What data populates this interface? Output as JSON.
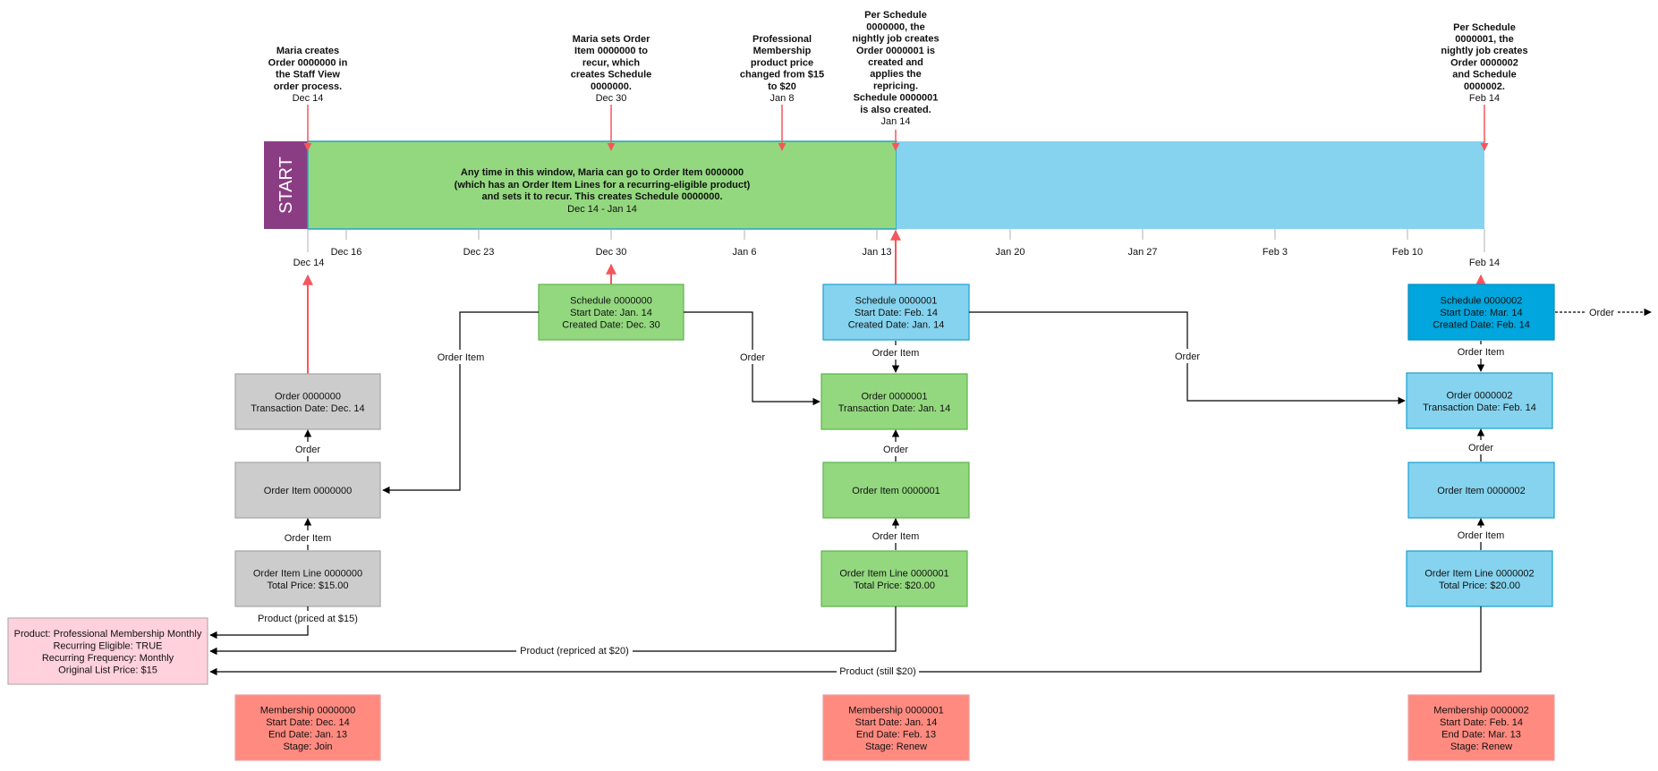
{
  "start_label": "START",
  "window_text": {
    "line1": "Any time in this window, Maria can go to Order Item 0000000",
    "line2": "(which has an Order Item Lines for a recurring-eligible product)",
    "line3": "and sets it to recur. This creates Schedule 0000000.",
    "line4": "Dec 14 - Jan 14"
  },
  "ticks": [
    "Dec 16",
    "Dec 23",
    "Dec 30",
    "Jan 6",
    "Jan 13",
    "Jan 20",
    "Jan 27",
    "Feb 3",
    "Feb 10"
  ],
  "tick_low": {
    "dec14": "Dec 14",
    "feb14": "Feb 14"
  },
  "annotations": {
    "a1": {
      "lines": [
        "Maria creates",
        "Order 0000000 in",
        "the Staff View",
        "order process."
      ],
      "date": "Dec 14"
    },
    "a2": {
      "lines": [
        "Maria sets Order",
        "Item 0000000 to",
        "recur, which",
        "creates Schedule",
        "0000000."
      ],
      "date": "Dec 30"
    },
    "a3": {
      "lines": [
        "Professional",
        "Membership",
        "product price",
        "changed from $15",
        "to $20"
      ],
      "date": "Jan 8"
    },
    "a4": {
      "lines": [
        "Per Schedule",
        "0000000, the",
        "nightly job creates",
        "Order 0000001 is",
        "created and",
        "applies the",
        "repricing.",
        "Schedule 0000001",
        "is also created."
      ],
      "date": "Jan 14"
    },
    "a5": {
      "lines": [
        "Per Schedule",
        "0000001, the",
        "nightly job creates",
        "Order 0000002",
        "and Schedule",
        "0000002."
      ],
      "date": "Feb 14"
    }
  },
  "boxes": {
    "schedule0": [
      "Schedule 0000000",
      "Start Date: Jan. 14",
      "Created Date: Dec. 30"
    ],
    "schedule1": [
      "Schedule 0000001",
      "Start Date: Feb. 14",
      "Created Date: Jan. 14"
    ],
    "schedule2": [
      "Schedule 0000002",
      "Start Date: Mar. 14",
      "Created Date: Feb. 14"
    ],
    "order0": [
      "Order 0000000",
      "Transaction Date: Dec. 14"
    ],
    "order1": [
      "Order 0000001",
      "Transaction Date: Jan. 14"
    ],
    "order2": [
      "Order 0000002",
      "Transaction Date: Feb. 14"
    ],
    "orderitem0": [
      "Order Item 0000000"
    ],
    "orderitem1": [
      "Order Item 0000001"
    ],
    "orderitem2": [
      "Order Item 0000002"
    ],
    "line0": [
      "Order Item Line  0000000",
      "Total Price: $15.00"
    ],
    "line1": [
      "Order Item Line  0000001",
      "Total Price: $20.00"
    ],
    "line2": [
      "Order Item Line  0000002",
      "Total Price: $20.00"
    ],
    "product": [
      "Product: Professional Membership Monthly",
      "Recurring Eligible: TRUE",
      "Recurring Frequency: Monthly",
      "Original List Price: $15"
    ],
    "membership0": [
      "Membership 0000000",
      "Start Date: Dec. 14",
      "End Date: Jan. 13",
      "Stage: Join"
    ],
    "membership1": [
      "Membership 0000001",
      "Start Date: Jan. 14",
      "End Date: Feb. 13",
      "Stage: Renew"
    ],
    "membership2": [
      "Membership 0000002",
      "Start Date: Feb. 14",
      "End Date: Mar. 13",
      "Stage: Renew"
    ]
  },
  "link_labels": {
    "order": "Order",
    "order_item": "Order Item",
    "product_15": "Product (priced at $15)",
    "product_20": "Product (repriced at $20)",
    "product_still20": "Product (still $20)"
  },
  "colors": {
    "start": "#8b3d84",
    "green": "#93d87f",
    "blue": "#85d3ee",
    "dark_blue": "#00a6dd",
    "gray": "#cccccc",
    "pink": "#ffd1dc",
    "salmon": "#ff8a80",
    "red_arrow": "#f5565c"
  }
}
